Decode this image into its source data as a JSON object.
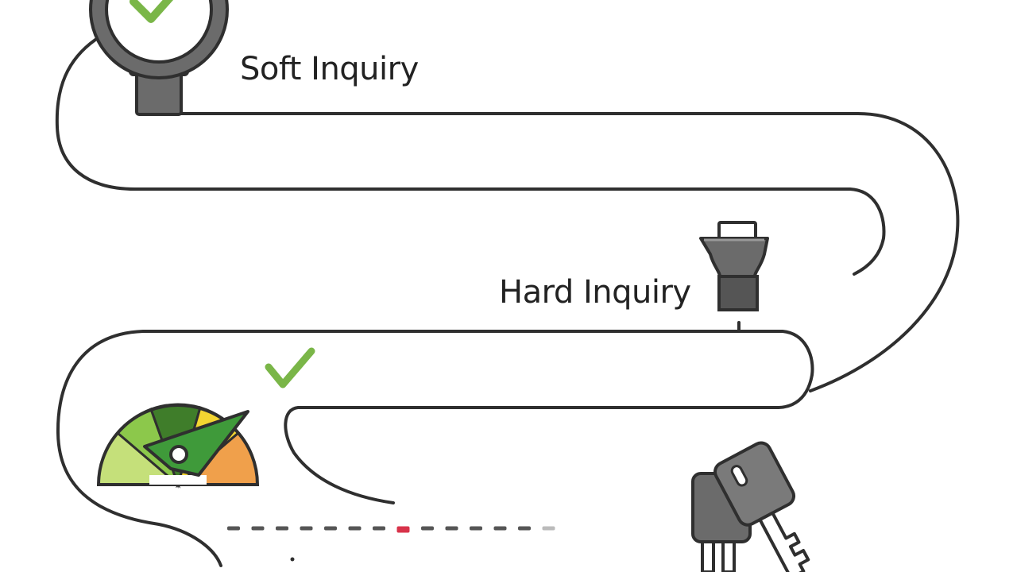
{
  "labels": {
    "soft_inquiry": "Soft Inquiry",
    "hard_inquiry": "Hard Inquiry"
  },
  "icons": {
    "magnifier": "magnifying-glass-icon",
    "stamp": "stamp-icon",
    "gauge": "credit-score-gauge-icon",
    "checkmark": "checkmark-icon",
    "keys": "car-keys-icon"
  },
  "colors": {
    "path_stroke": "#2f2f2f",
    "icon_gray": "#6b6b6b",
    "icon_dark": "#3a3a3a",
    "check_green": "#7ab648",
    "gauge_dark_green": "#3f7d2a",
    "gauge_green": "#8cc84b",
    "gauge_light_green": "#c5e07a",
    "gauge_yellow": "#f3d531",
    "gauge_orange": "#f0a04b",
    "dash_gray": "#555555",
    "dash_red": "#d8334a"
  },
  "dashed_line": {
    "segments": 14,
    "highlighted_index": 7
  }
}
